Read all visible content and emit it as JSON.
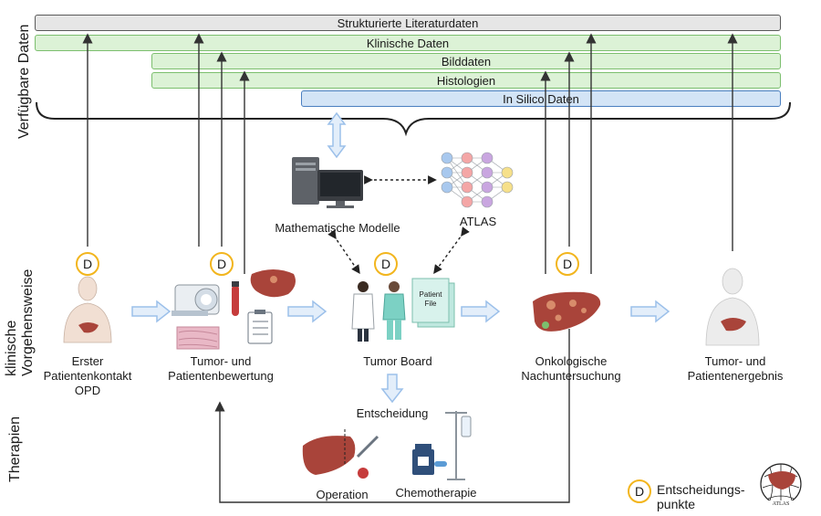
{
  "sections": {
    "available_data": "Verfügbare Daten",
    "clinical_procedure": "klinische Vorgehensweise",
    "therapies": "Therapien"
  },
  "data_bars": {
    "literature": "Strukturierte Literaturdaten",
    "clinical": "Klinische Daten",
    "imaging": "Bilddaten",
    "histology": "Histologien",
    "in_silico": "In Silico Daten"
  },
  "models": {
    "math_models": "Mathematische Modelle",
    "atlas": "ATLAS"
  },
  "steps": {
    "first_contact": "Erster\nPatientenkontakt\nOPD",
    "assessment": "Tumor- und\nPatientenbewertung",
    "tumor_board": "Tumor Board",
    "followup": "Onkologische\nNachuntersuchung",
    "outcome": "Tumor- und\nPatientenergebnis"
  },
  "patient_file": "Patient\nFile",
  "decision": "Entscheidung",
  "therapy_options": {
    "operation": "Operation",
    "chemo": "Chemotherapie"
  },
  "decision_marker": "D",
  "legend": {
    "marker": "D",
    "text": "Entscheidungs-\npunkte",
    "logo_text": "ATLAS"
  },
  "colors": {
    "decision_ring": "#f2b51d",
    "liver": "#a9443a",
    "flow_arrow": "#9cc0ea"
  }
}
